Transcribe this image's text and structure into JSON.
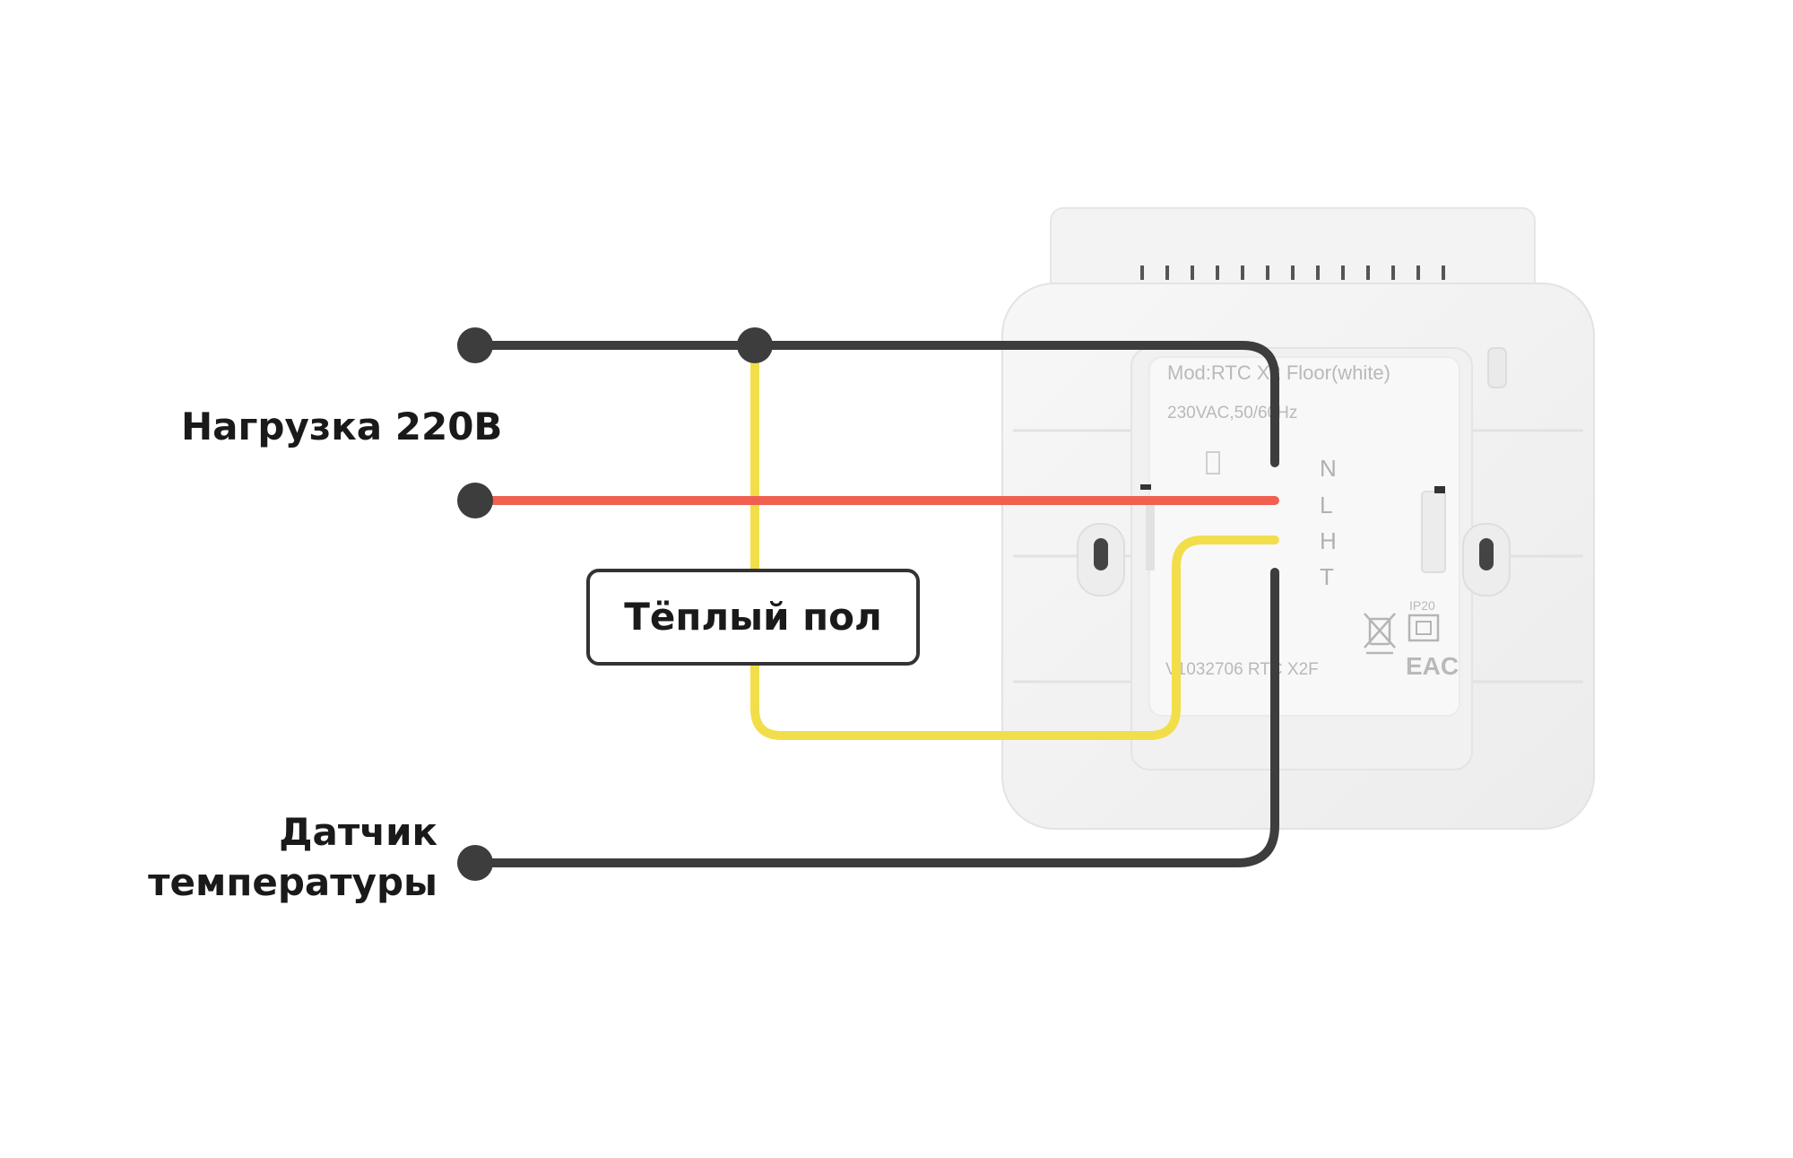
{
  "labels": {
    "load": "Нагрузка 220В",
    "floor": "Тёплый пол",
    "sensor_line1": "Датчик",
    "sensor_line2": "температуры"
  },
  "device": {
    "model": "Mod:RTC X2 Floor(white)",
    "voltage": "230VAC,50/60Hz",
    "serial": "V1032706 RTC X2F",
    "terminals": [
      "N",
      "L",
      "H",
      "T"
    ],
    "ip_rating": "IP20",
    "cert_mark": "EAC"
  },
  "colors": {
    "wire_dark": "#3d3d3d",
    "wire_red": "#f06050",
    "wire_yellow": "#f2de4a",
    "label_border": "#333333"
  }
}
